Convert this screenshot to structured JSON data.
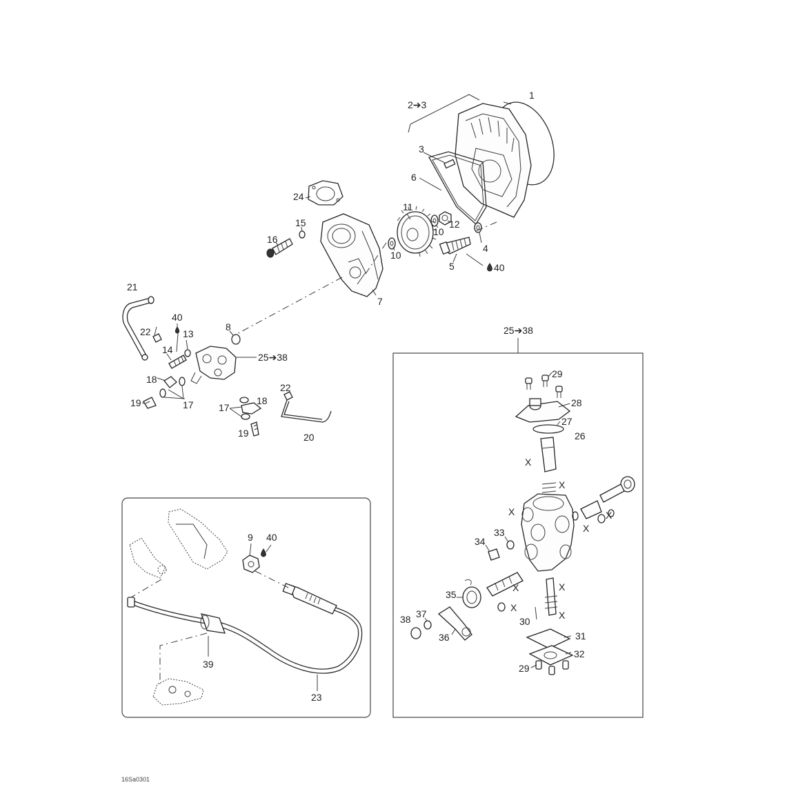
{
  "labels": {
    "l1": "1",
    "l2to3": "2➔3",
    "l3": "3",
    "l4": "4",
    "l5": "5",
    "l6": "6",
    "l7": "7",
    "l8": "8",
    "l10a": "10",
    "l10b": "10",
    "l11": "11",
    "l12": "12",
    "l13": "13",
    "l14": "14",
    "l15": "15",
    "l16": "16",
    "l17a": "17",
    "l17b": "17",
    "l18a": "18",
    "l18b": "18",
    "l19a": "19",
    "l19b": "19",
    "l20": "20",
    "l21": "21",
    "l22a": "22",
    "l22b": "22",
    "l24": "24",
    "l25to38": "25➔38",
    "l40a": "40",
    "l40b": "40",
    "l9": "9",
    "l40c": "40",
    "l39": "39",
    "l23": "23",
    "d25to38": "25➔38",
    "d26": "26",
    "d27": "27",
    "d28": "28",
    "d29a": "29",
    "d29b": "29",
    "d30": "30",
    "d31": "31",
    "d32": "32",
    "d33": "33",
    "d34": "34",
    "d35": "35",
    "d36": "36",
    "d37": "37",
    "d38": "38"
  },
  "x_mark": "X",
  "drawing_code": "16Sa0301"
}
